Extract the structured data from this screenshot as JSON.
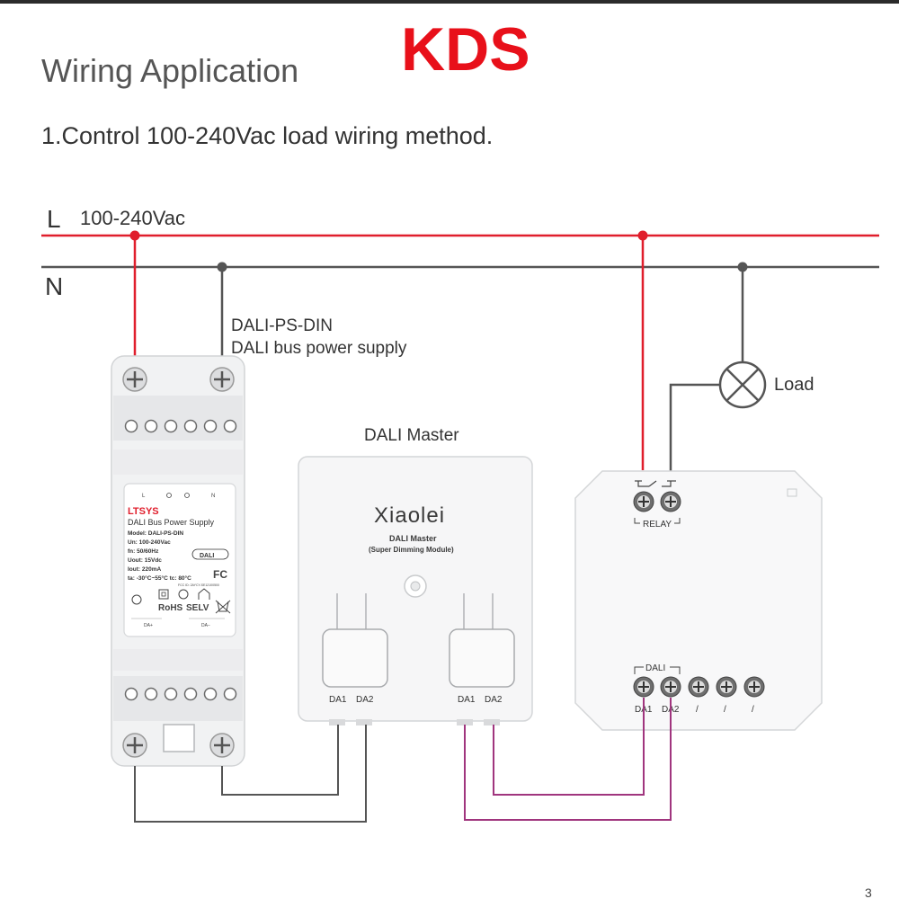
{
  "brand_mark": "KDS",
  "heading": "Wiring Application",
  "subheading": "1.Control 100-240Vac load wiring method.",
  "page_number": "3",
  "lines": {
    "l_label": "L",
    "l_voltage": "100-240Vac",
    "n_label": "N"
  },
  "psu": {
    "caption_model": "DALI-PS-DIN",
    "caption_desc": "DALI bus power supply",
    "label": {
      "brand": "LTSYS",
      "title": "DALI Bus Power Supply",
      "model": "Model: DALI-PS-DIN",
      "un": "Un: 100-240Vac",
      "fn": "fn: 50/60Hz",
      "uout": "Uout: 15Vdc",
      "iout": "Iout: 220mA",
      "ta": "ta: -30°C~55°C  tc: 80°C",
      "fcc_id": "FCC ID: 2AYCY-SE12100500",
      "rohs": "RoHS",
      "selv": "SELV",
      "fc": "FC",
      "dali_badge": "DALI",
      "term_l": "L",
      "term_n": "N",
      "term_da_plus": "DA+",
      "term_da_minus": "DA−"
    }
  },
  "master": {
    "caption": "DALI Master",
    "brand": "Xiaolei",
    "line1": "DALI Master",
    "line2": "(Super Dimming Module)",
    "left_da1": "DA1",
    "left_da2": "DA2",
    "right_da1": "DA1",
    "right_da2": "DA2"
  },
  "relay_module": {
    "relay_label": "RELAY",
    "dali_label": "DALI",
    "da1": "DA1",
    "da2": "DA2",
    "unused": [
      "/",
      "/",
      "/"
    ]
  },
  "load": {
    "label": "Load"
  },
  "colors": {
    "live": "#e01e2c",
    "neutral": "#555555",
    "dali_bus_a": "#555555",
    "dali_bus_b": "#a0357e",
    "brand_mark": "#e8101a",
    "psu_brand": "#e01e2c"
  }
}
